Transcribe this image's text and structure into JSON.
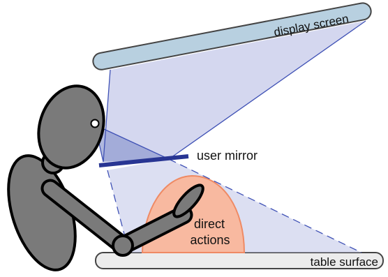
{
  "labels": {
    "display_screen": "display screen",
    "user_mirror": "user mirror",
    "direct_actions_line1": "direct",
    "direct_actions_line2": "actions",
    "table_surface": "table surface"
  },
  "colors": {
    "frustum_fill": "#c5cae9",
    "screen_fill": "#b8d0e0",
    "mirror_color": "#283593",
    "action_zone_fill": "#f8b9a0",
    "action_zone_stroke": "#ef8a64",
    "figure_fill": "#7a7a7a",
    "table_fill": "#ececec",
    "ray_color": "#3f51b5"
  }
}
